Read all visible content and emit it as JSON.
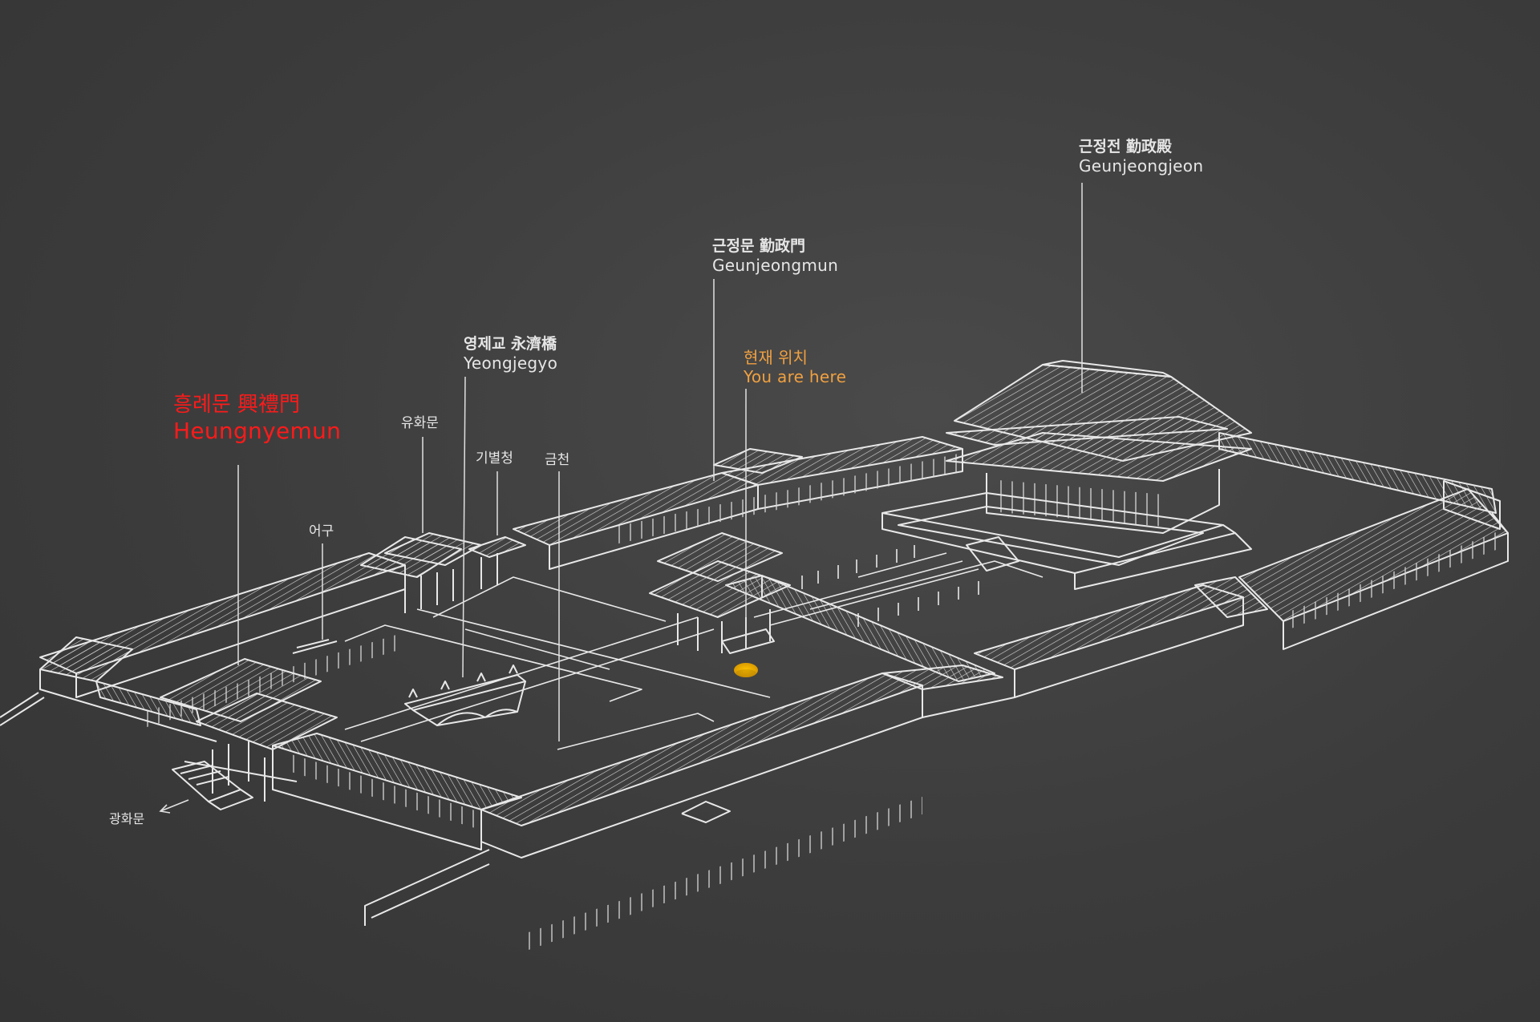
{
  "labels": {
    "geunjeongjeon": {
      "ko": "근정전 勤政殿",
      "en": "Geunjeongjeon"
    },
    "geunjeongmun": {
      "ko": "근정문 勤政門",
      "en": "Geunjeongmun"
    },
    "yeongjegyo": {
      "ko": "영제교 永濟橋",
      "en": "Yeongjegyo"
    },
    "current_location": {
      "ko": "현재 위치",
      "en": "You are here"
    },
    "heungnyemun": {
      "ko": "흥례문 興禮門",
      "en": "Heungnyemun"
    },
    "yuhwamun": {
      "ko": "유화문"
    },
    "gibyeolcheong": {
      "ko": "기별청"
    },
    "geumcheon": {
      "ko": "금천"
    },
    "eogu": {
      "ko": "어구"
    },
    "gwanghwamun": {
      "ko": "광화문"
    }
  },
  "colors": {
    "background": "#3c3c3c",
    "line": "#e8e8e8",
    "highlight_red": "#ff1a1a",
    "highlight_orange": "#f0a040",
    "marker": "#f5b800"
  }
}
